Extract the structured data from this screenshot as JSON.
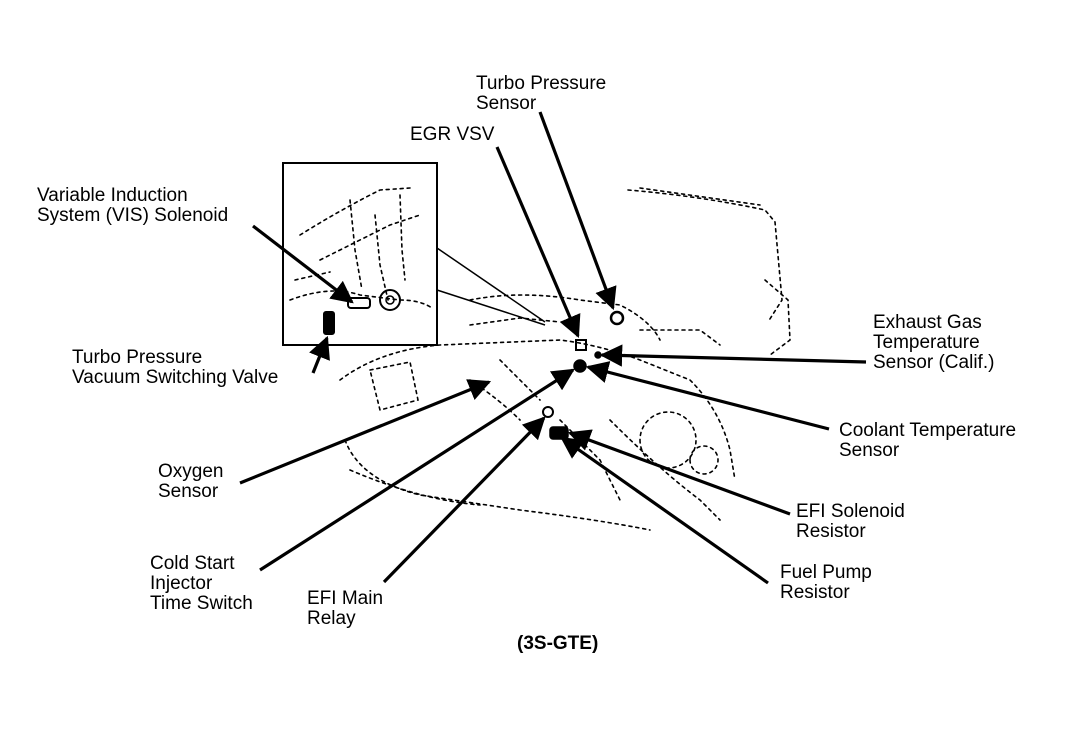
{
  "diagram": {
    "caption": "(3S-GTE)",
    "labels": {
      "turbo_pressure_sensor": [
        "Turbo Pressure",
        "Sensor"
      ],
      "egr_vsv": [
        "EGR VSV"
      ],
      "vis_solenoid": [
        "Variable Induction",
        "System (VIS) Solenoid"
      ],
      "turbo_vsv": [
        "Turbo Pressure",
        "Vacuum Switching Valve"
      ],
      "exhaust_gas_temp": [
        "Exhaust Gas",
        "Temperature",
        "Sensor (Calif.)"
      ],
      "coolant_temp": [
        "Coolant Temperature",
        "Sensor"
      ],
      "oxygen_sensor": [
        "Oxygen",
        "Sensor"
      ],
      "efi_solenoid_resistor": [
        "EFI Solenoid",
        "Resistor"
      ],
      "cold_start": [
        "Cold Start",
        "Injector",
        "Time Switch"
      ],
      "efi_main_relay": [
        "EFI Main",
        "Relay"
      ],
      "fuel_pump_resistor": [
        "Fuel Pump",
        "Resistor"
      ]
    }
  }
}
